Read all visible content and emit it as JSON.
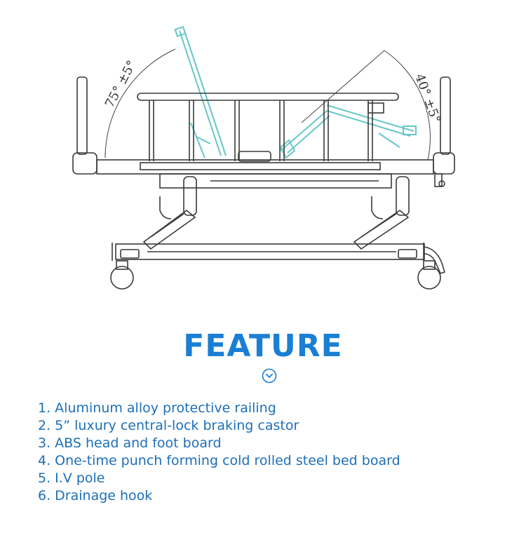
{
  "diagram": {
    "angle_head": "75° ±5°",
    "angle_foot": "40° ±5°"
  },
  "feature": {
    "title": "FEATURE",
    "icon": "chevron-down-circle-icon",
    "accent_color": "#1a7fd4",
    "items": [
      "1. Aluminum alloy protective railing",
      "2. 5”   luxury central-lock braking castor",
      "3. ABS head and foot board",
      "4. One-time punch forming cold rolled steel bed board",
      "5. I.V pole",
      "6. Drainage hook"
    ]
  }
}
